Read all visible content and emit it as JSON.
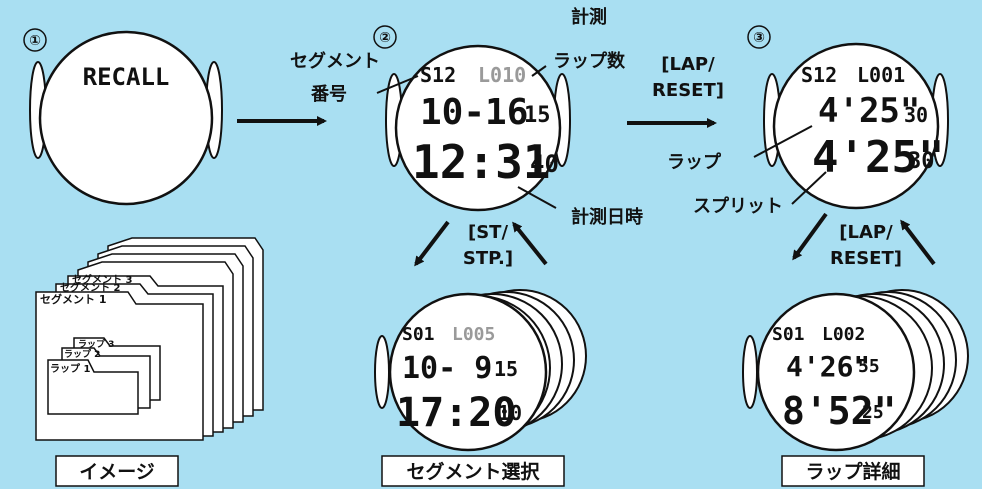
{
  "steps": {
    "step1": "①",
    "step2": "②",
    "step3": "③"
  },
  "watch1": {
    "display": "RECALL"
  },
  "watch2": {
    "segment": "S12",
    "lap_count": "L010",
    "date": "10-16",
    "date_sec": "15",
    "time": "12:31",
    "time_sec": "40"
  },
  "watch3": {
    "header_segment": "S12",
    "header_lap": "L001",
    "lap_time": "4'25\"",
    "lap_frac": "30",
    "split_time": "4'25\"",
    "split_frac": "30"
  },
  "segment_stack": {
    "segment": "S01",
    "lap_count": "L005",
    "date": "10- 9",
    "date_sec": "15",
    "time": "17:20",
    "time_sec": "10"
  },
  "lap_stack": {
    "segment": "S01",
    "lap": "L002",
    "lap_time": "4'26\"",
    "lap_frac": "55",
    "split_time": "8'52\"",
    "split_frac": "25"
  },
  "labels": {
    "measure_lap_count_1": "計測",
    "measure_lap_count_2": "ラップ数",
    "segment_number_1": "セグメント",
    "segment_number_2": "番号",
    "measure_datetime": "計測日時",
    "lap": "ラップ",
    "split": "スプリット",
    "button_lap_reset_a_1": "[LAP/",
    "button_lap_reset_a_2": "RESET]",
    "button_st_stp_1": "[ST/",
    "button_st_stp_2": "STP.]",
    "button_lap_reset_b_1": "[LAP/",
    "button_lap_reset_b_2": "RESET]"
  },
  "folders": {
    "segment_3": "セグメント 3",
    "segment_2": "セグメント 2",
    "segment_1": "セグメント 1",
    "lap_3": "ラップ 3",
    "lap_2": "ラップ 2",
    "lap_1": "ラップ 1"
  },
  "captions": {
    "image": "イメージ",
    "segment_select": "セグメント選択",
    "lap_detail": "ラップ詳細"
  },
  "colors": {
    "background": "#a9dff2",
    "caption_box": "#ffffff",
    "ink": "#111111",
    "dim_text": "#9a9a9a"
  }
}
